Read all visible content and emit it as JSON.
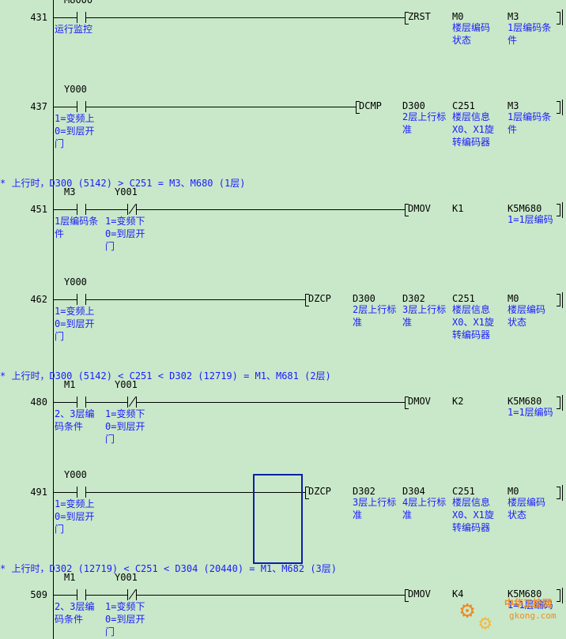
{
  "rungs": [
    {
      "step": "431",
      "contacts": [
        {
          "device": "M8000",
          "type": "NO",
          "comment": [
            "运行监控"
          ]
        }
      ],
      "instruction": "ZRST",
      "operands": [
        {
          "device": "M0",
          "comment": [
            "楼层编码",
            "状态"
          ]
        },
        {
          "device": "M3",
          "comment": [
            "1层编码条",
            "件"
          ]
        }
      ]
    },
    {
      "step": "437",
      "contacts": [
        {
          "device": "Y000",
          "type": "NO",
          "comment": [
            "1=变频上",
            "0=到层开",
            "门"
          ]
        }
      ],
      "instruction": "DCMP",
      "operands": [
        {
          "device": "D300",
          "comment": [
            "2层上行标",
            "准"
          ]
        },
        {
          "device": "C251",
          "comment": [
            "楼层信息",
            "X0、X1旋",
            "转编码器"
          ]
        },
        {
          "device": "M3",
          "comment": [
            "1层编码条",
            "件"
          ]
        }
      ]
    },
    {
      "step": "451",
      "contacts": [
        {
          "device": "M3",
          "type": "NO",
          "comment": [
            "1层编码条",
            "件"
          ]
        },
        {
          "device": "Y001",
          "type": "NC",
          "comment": [
            "1=变频下",
            "0=到层开",
            "门"
          ]
        }
      ],
      "instruction": "DMOV",
      "operands": [
        {
          "device": "K1",
          "comment": []
        },
        {
          "device": "K5M680",
          "comment": [
            "1=1层编码"
          ]
        }
      ]
    },
    {
      "step": "462",
      "contacts": [
        {
          "device": "Y000",
          "type": "NO",
          "comment": [
            "1=变频上",
            "0=到层开",
            "门"
          ]
        }
      ],
      "instruction": "DZCP",
      "operands": [
        {
          "device": "D300",
          "comment": [
            "2层上行标",
            "准"
          ]
        },
        {
          "device": "D302",
          "comment": [
            "3层上行标",
            "准"
          ]
        },
        {
          "device": "C251",
          "comment": [
            "楼层信息",
            "X0、X1旋",
            "转编码器"
          ]
        },
        {
          "device": "M0",
          "comment": [
            "楼层编码",
            "状态"
          ]
        }
      ]
    },
    {
      "step": "480",
      "contacts": [
        {
          "device": "M1",
          "type": "NO",
          "comment": [
            "2、3层编",
            "码条件"
          ]
        },
        {
          "device": "Y001",
          "type": "NC",
          "comment": [
            "1=变频下",
            "0=到层开",
            "门"
          ]
        }
      ],
      "instruction": "DMOV",
      "operands": [
        {
          "device": "K2",
          "comment": []
        },
        {
          "device": "K5M680",
          "comment": [
            "1=1层编码"
          ]
        }
      ]
    },
    {
      "step": "491",
      "contacts": [
        {
          "device": "Y000",
          "type": "NO",
          "comment": [
            "1=变频上",
            "0=到层开",
            "门"
          ]
        }
      ],
      "instruction": "DZCP",
      "operands": [
        {
          "device": "D302",
          "comment": [
            "3层上行标",
            "准"
          ]
        },
        {
          "device": "D304",
          "comment": [
            "4层上行标",
            "准"
          ]
        },
        {
          "device": "C251",
          "comment": [
            "楼层信息",
            "X0、X1旋",
            "转编码器"
          ]
        },
        {
          "device": "M0",
          "comment": [
            "楼层编码",
            "状态"
          ]
        }
      ]
    },
    {
      "step": "509",
      "contacts": [
        {
          "device": "M1",
          "type": "NO",
          "comment": [
            "2、3层编",
            "码条件"
          ]
        },
        {
          "device": "Y001",
          "type": "NC",
          "comment": [
            "1=变频下",
            "0=到层开",
            "门"
          ]
        }
      ],
      "instruction": "DMOV",
      "operands": [
        {
          "device": "K4",
          "comment": []
        },
        {
          "device": "K5M680",
          "comment": [
            "1=1层编码"
          ]
        }
      ]
    }
  ],
  "statements": [
    "* 上行时，D300 (5142) > C251 = M3、M680 (1层)",
    "* 上行时，D300 (5142) < C251 < D302 (12719) = M1、M681 (2层)",
    "* 上行时，D302 (12719) < C251 < D304 (20440) = M1、M682 (3层)"
  ],
  "watermark": {
    "brand": "中华工控网",
    "domain": "gkong.com"
  },
  "colors": {
    "background": "#c9e8c9",
    "comment_text": "#1b1bff",
    "cursor": "#0a1ea8"
  }
}
